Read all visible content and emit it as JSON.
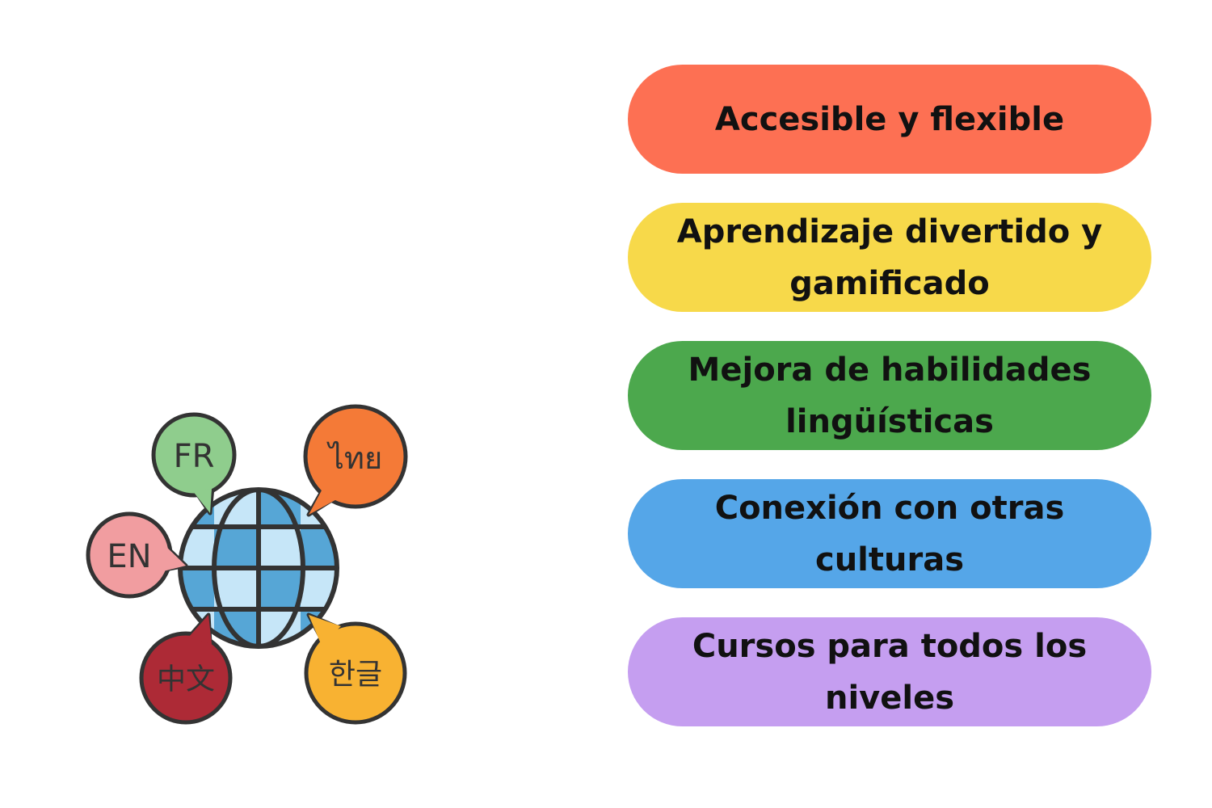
{
  "illustration": {
    "icon": "globe-languages-icon",
    "colors": {
      "globe_light": "#c6e6f8",
      "globe_dark": "#56a6d6",
      "outline": "#333333"
    },
    "bubbles": [
      {
        "name": "fr",
        "label": "FR",
        "color": "#8fcd8d"
      },
      {
        "name": "thai",
        "label": "ไทย",
        "color": "#f47a37"
      },
      {
        "name": "en",
        "label": "EN",
        "color": "#f19da0"
      },
      {
        "name": "chinese",
        "label": "中文",
        "color": "#ad2a36"
      },
      {
        "name": "korean",
        "label": "한글",
        "color": "#f8b232"
      }
    ]
  },
  "pills": [
    {
      "text": "Accesible y flexible",
      "color": "#fd7053"
    },
    {
      "text": "Aprendizaje divertido y gamificado",
      "color": "#f7d94a"
    },
    {
      "text": "Mejora de habilidades lingüísticas",
      "color": "#4ca84d"
    },
    {
      "text": "Conexión con otras culturas",
      "color": "#55a6e8"
    },
    {
      "text": "Cursos para todos los niveles",
      "color": "#c59ef0"
    }
  ]
}
